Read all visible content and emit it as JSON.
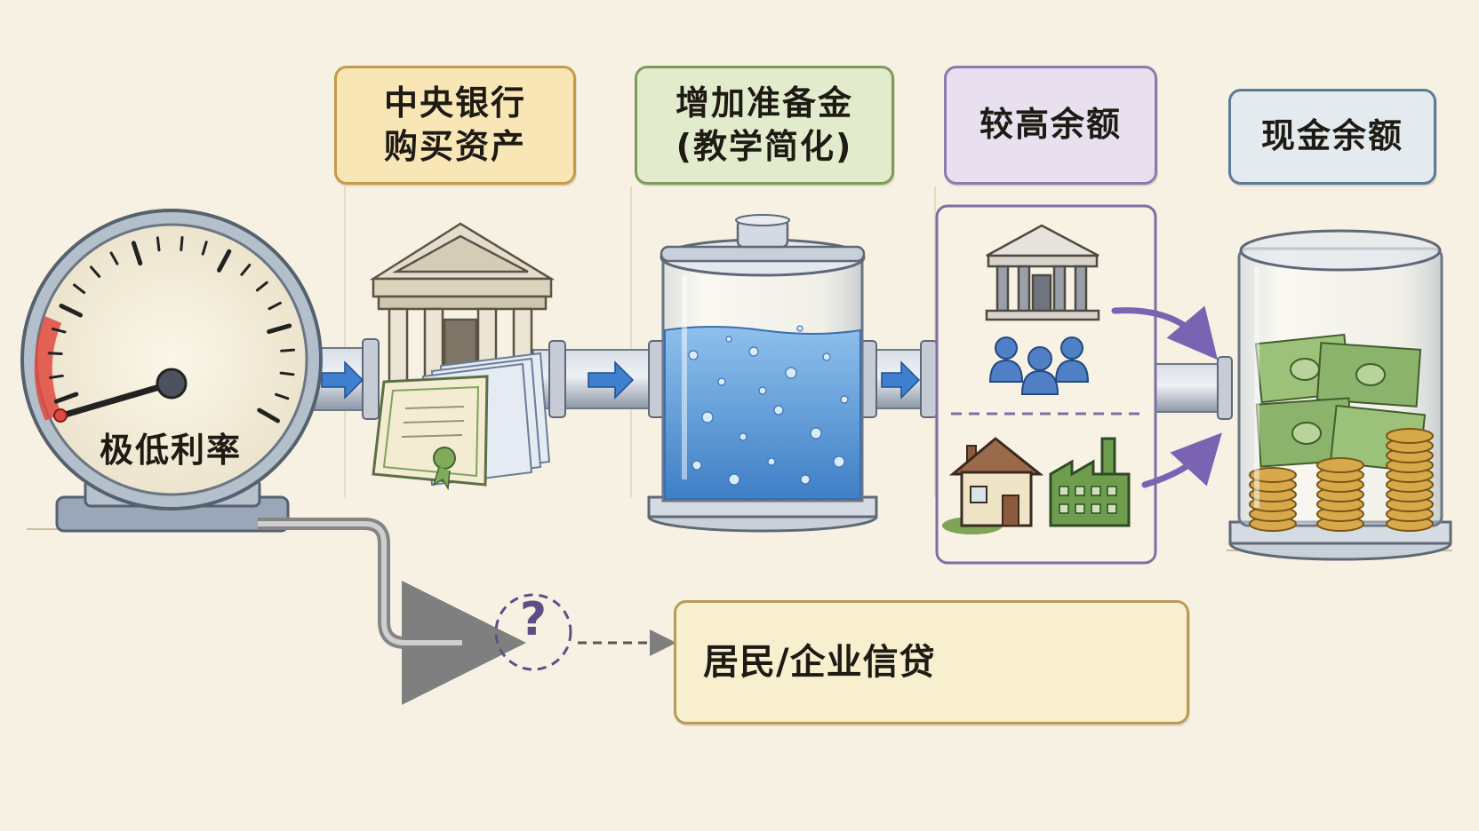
{
  "steps": {
    "central_bank": {
      "line1": "中央银行",
      "line2": "购买资产"
    },
    "reserves": {
      "line1": "增加准备金",
      "line2": "(教学简化)"
    },
    "higher": {
      "label": "较高余额"
    },
    "cash": {
      "label": "现金余额"
    }
  },
  "gauge": {
    "label": "极低利率"
  },
  "credit": {
    "label": "居民/企业信贷",
    "question": "?"
  },
  "colors": {
    "background": "#f6f1e2",
    "pipe": "#aab3c1",
    "arrow_blue": "#3f7fcf",
    "arrow_purple": "#7a63b3",
    "water": "#6aa6de",
    "money_green": "#8bb36b",
    "coin_gold": "#d7a94a",
    "gauge_red": "#e0493e"
  },
  "icons": [
    "pressure-gauge-icon",
    "bank-building-icon",
    "certificate-icon",
    "water-tank-icon",
    "people-icon",
    "house-icon",
    "factory-icon",
    "cash-jar-icon",
    "question-icon"
  ]
}
